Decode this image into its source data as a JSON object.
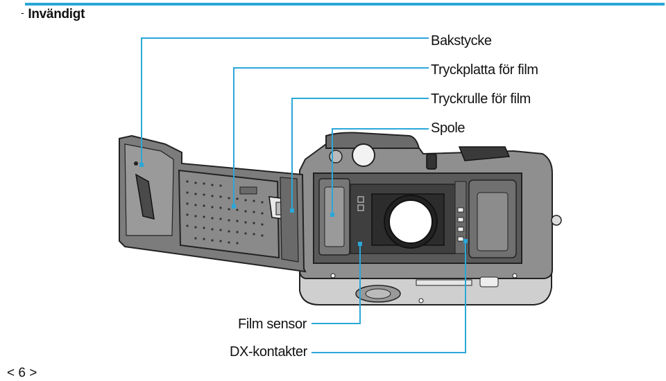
{
  "section": {
    "bullet": "-",
    "title": "Invändigt"
  },
  "labels": {
    "bakstycke": "Bakstycke",
    "tryckplatta": "Tryckplatta för film",
    "tryckrulle": "Tryckrulle för film",
    "spole": "Spole",
    "film_sensor": "Film sensor",
    "dx_kontakter": "DX-kontakter"
  },
  "page": {
    "number": "< 6 >"
  },
  "colors": {
    "leader_line": "#2aa7d8",
    "camera_body": "#8a8a8a",
    "camera_dark": "#333333"
  }
}
